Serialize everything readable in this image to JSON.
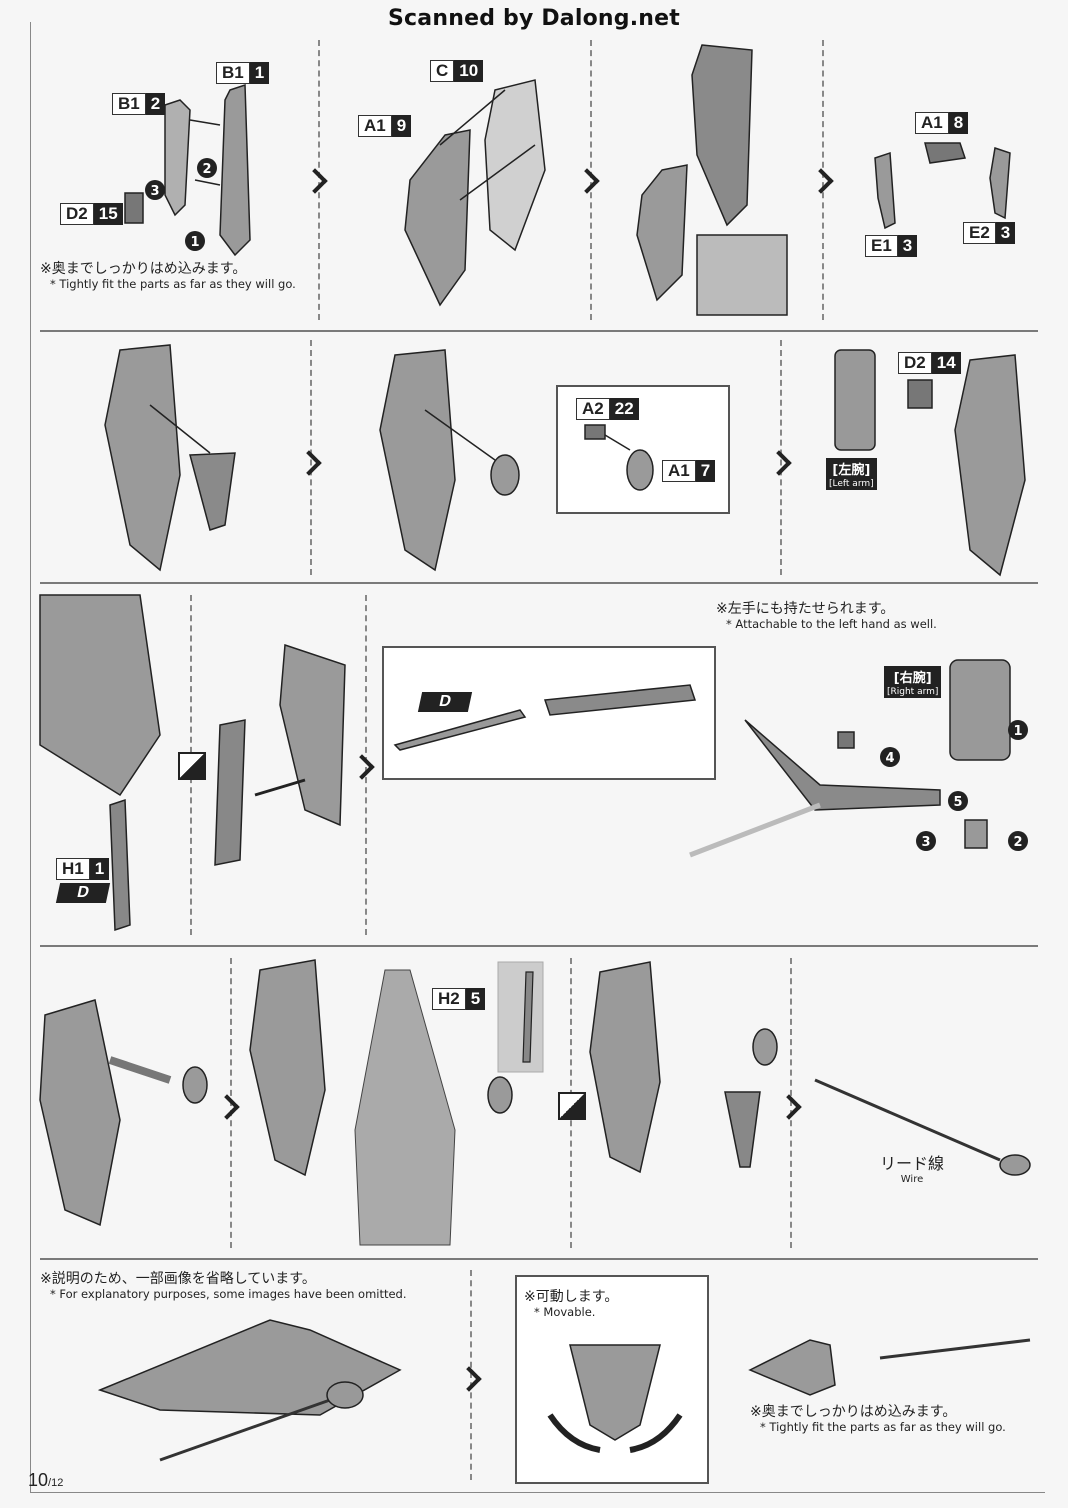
{
  "scan_watermark": "Scanned by Dalong.net",
  "page_number": {
    "current": "10",
    "total": "/12"
  },
  "notes": {
    "tight_fit_jp": "※奥までしっかりはめ込みます。",
    "tight_fit_en": "* Tightly fit the parts as far as they will go.",
    "left_hand_jp": "※左手にも持たせられます。",
    "left_hand_en": "* Attachable to the left hand as well.",
    "omitted_jp": "※説明のため、一部画像を省略しています。",
    "omitted_en": "* For explanatory purposes, some images have been omitted.",
    "movable_jp": "※可動します。",
    "movable_en": "* Movable.",
    "tight_fit2_jp": "※奥までしっかりはめ込みます。",
    "tight_fit2_en": "* Tightly fit the parts as far as they will go."
  },
  "arm_labels": {
    "left_jp": "[左腕]",
    "left_en": "[Left arm]",
    "right_jp": "[右腕]",
    "right_en": "[Right arm]"
  },
  "wire": {
    "jp": "リード線",
    "en": "Wire"
  },
  "parts": {
    "b1_1": {
      "runner": "B1",
      "num": "1"
    },
    "b1_2": {
      "runner": "B1",
      "num": "2"
    },
    "d2_15": {
      "runner": "D2",
      "num": "15"
    },
    "c_10": {
      "runner": "C",
      "num": "10"
    },
    "a1_9": {
      "runner": "A1",
      "num": "9"
    },
    "a1_8": {
      "runner": "A1",
      "num": "8"
    },
    "e1_3": {
      "runner": "E1",
      "num": "3"
    },
    "e2_3": {
      "runner": "E2",
      "num": "3"
    },
    "a2_22": {
      "runner": "A2",
      "num": "22"
    },
    "a1_7": {
      "runner": "A1",
      "num": "7"
    },
    "d2_14": {
      "runner": "D2",
      "num": "14"
    },
    "h1_1": {
      "runner": "H1",
      "num": "1"
    },
    "h2_5": {
      "runner": "H2",
      "num": "5"
    }
  },
  "d_tags": {
    "d1": "D",
    "d2": "D"
  },
  "steps": {
    "s1": "1",
    "s2": "2",
    "s3": "3",
    "s4": "4",
    "s5": "5"
  },
  "colors": {
    "ink": "#222222",
    "part_gray": "#9a9a9a",
    "rule": "#7a7a7a"
  }
}
